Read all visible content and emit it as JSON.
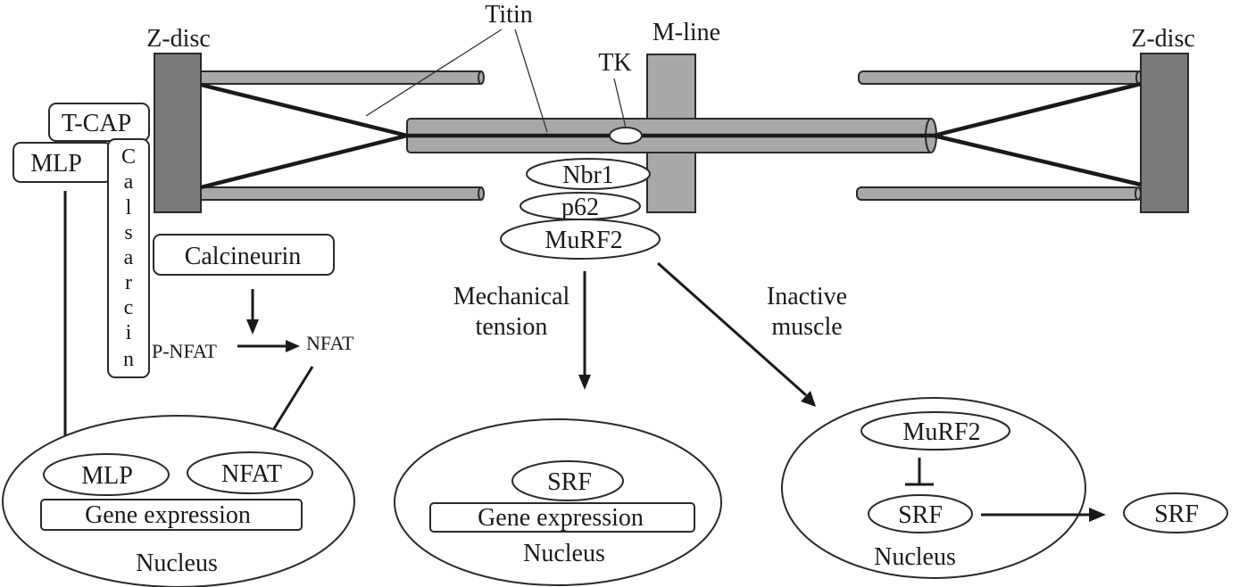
{
  "diagram": {
    "structures": {
      "z_disc_left_label": "Z-disc",
      "z_disc_right_label": "Z-disc",
      "m_line_label": "M-line",
      "titin_label": "Titin",
      "tk_label": "TK"
    },
    "z_disc_proteins": {
      "tcap": "T-CAP",
      "mlp": "MLP",
      "calsarcin_letters": [
        "C",
        "a",
        "l",
        "s",
        "a",
        "r",
        "c",
        "i",
        "n"
      ]
    },
    "calcineurin_pathway": {
      "calcineurin": "Calcineurin",
      "p_nfat": "P-NFAT",
      "nfat": "NFAT"
    },
    "signalosome": {
      "nbr1": "Nbr1",
      "p62": "p62",
      "murf2": "MuRF2"
    },
    "conditions": {
      "mechanical_tension_line1": "Mechanical",
      "mechanical_tension_line2": "tension",
      "inactive_muscle_line1": "Inactive",
      "inactive_muscle_line2": "muscle"
    },
    "nucleus_left": {
      "mlp": "MLP",
      "nfat": "NFAT",
      "gene_expression": "Gene expression",
      "label": "Nucleus"
    },
    "nucleus_middle": {
      "srf": "SRF",
      "gene_expression": "Gene expression",
      "label": "Nucleus"
    },
    "nucleus_right": {
      "murf2": "MuRF2",
      "srf": "SRF",
      "label": "Nucleus"
    },
    "cytoplasm_srf": "SRF"
  }
}
